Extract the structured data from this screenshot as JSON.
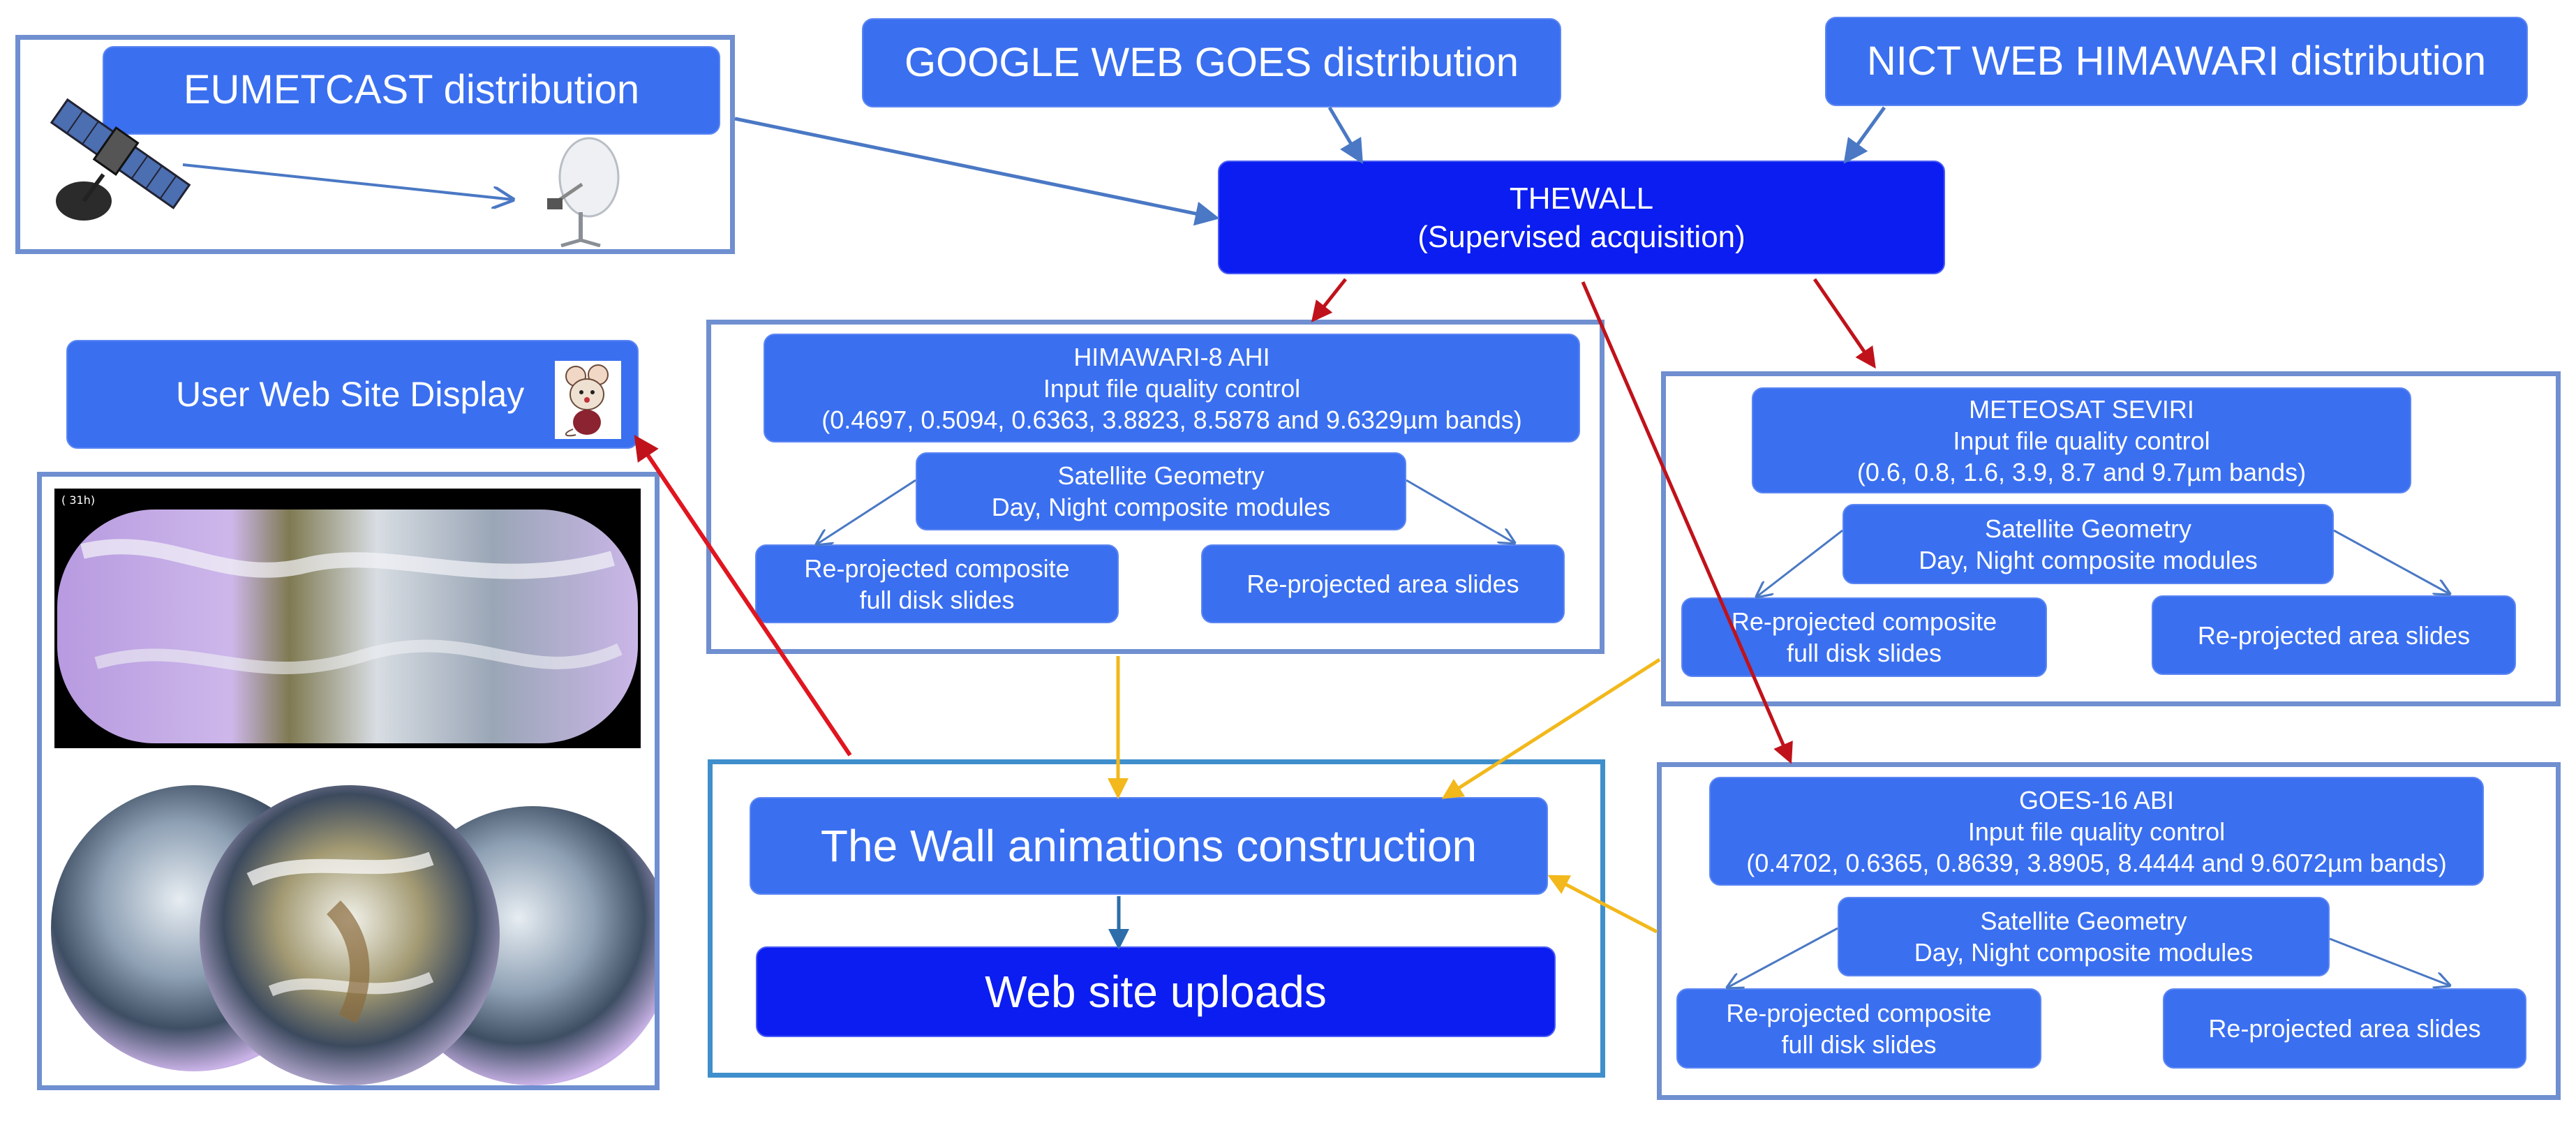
{
  "sources": {
    "eumetcast": "EUMETCAST distribution",
    "google": "GOOGLE WEB GOES distribution",
    "nict": "NICT WEB HIMAWARI distribution"
  },
  "thewall": {
    "line1": "THEWALL",
    "line2": "(Supervised acquisition)"
  },
  "user_site": {
    "label": "User Web Site Display"
  },
  "preview": {
    "tag": "( 31h)"
  },
  "himawari": {
    "title": "HIMAWARI-8 AHI",
    "qc": "Input file quality control",
    "bands": "(0.4697, 0.5094, 0.6363, 3.8823, 8.5878  and 9.6329µm bands)",
    "geom1": "Satellite Geometry",
    "geom2": "Day, Night composite modules",
    "full1": "Re-projected composite",
    "full2": "full disk slides",
    "area": "Re-projected area slides"
  },
  "meteosat": {
    "title": "METEOSAT SEVIRI",
    "qc": "Input file quality control",
    "bands": "(0.6, 0.8, 1.6, 3.9, 8.7 and 9.7µm bands)",
    "geom1": "Satellite Geometry",
    "geom2": "Day, Night composite modules",
    "full1": "Re-projected composite",
    "full2": "full disk slides",
    "area": "Re-projected area slides"
  },
  "goes": {
    "title": "GOES-16 ABI",
    "qc": "Input file quality control",
    "bands": "(0.4702, 0.6365, 0.8639, 3.8905, 8.4444 and 9.6072µm bands)",
    "geom1": "Satellite Geometry",
    "geom2": "Day, Night composite modules",
    "full1": "Re-projected composite",
    "full2": "full disk slides",
    "area": "Re-projected area slides"
  },
  "construction": {
    "label": "The Wall animations construction"
  },
  "uploads": {
    "label": "Web site uploads"
  },
  "colors": {
    "box": "#3a6ff0",
    "dark_box": "#0b1df0",
    "frame": "#6f8fd0",
    "red_arrow": "#c0121a",
    "yellow_arrow": "#f2b81c",
    "blue_arrow": "#4a78c4"
  },
  "icons": [
    "satellite-icon",
    "satellite-dish-icon",
    "mouse-mascot-icon"
  ]
}
